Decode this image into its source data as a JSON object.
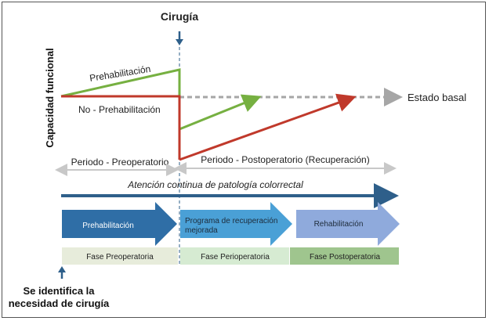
{
  "surgery_label": "Cirugía",
  "y_axis_label": "Capacidad funcional",
  "prehab_label": "Prehabilitación",
  "noprehab_label": "No - Prehabilitación",
  "baseline_label": "Estado basal",
  "period_pre": "Periodo - Preoperatorio",
  "period_post": "Periodo - Postoperatorio (Recuperación)",
  "continuous_care": "Atención continua de patología colorrectal",
  "arrows": {
    "prehab": "Prehabilitación",
    "recovery_line1": "Programa de recuperación",
    "recovery_line2": "mejorada",
    "rehab": "Rehabilitación"
  },
  "phases": {
    "pre": "Fase Preoperatoria",
    "peri": "Fase Perioperatoria",
    "post": "Fase Postoperatoria"
  },
  "need_line1": "Se identifica la",
  "need_line2": "necesidad de cirugía",
  "colors": {
    "prehab_line": "#76b041",
    "noprehab_line": "#c0392b",
    "baseline": "#a6a6a6",
    "dark_blue": "#2e5f8a",
    "arrow_prehab": "#2f6ea6",
    "arrow_recovery": "#4aa0d6",
    "arrow_rehab": "#8faadc",
    "phase_pre": "#e7ecdb",
    "phase_peri": "#d6ebd2",
    "phase_post": "#9fc58e"
  }
}
